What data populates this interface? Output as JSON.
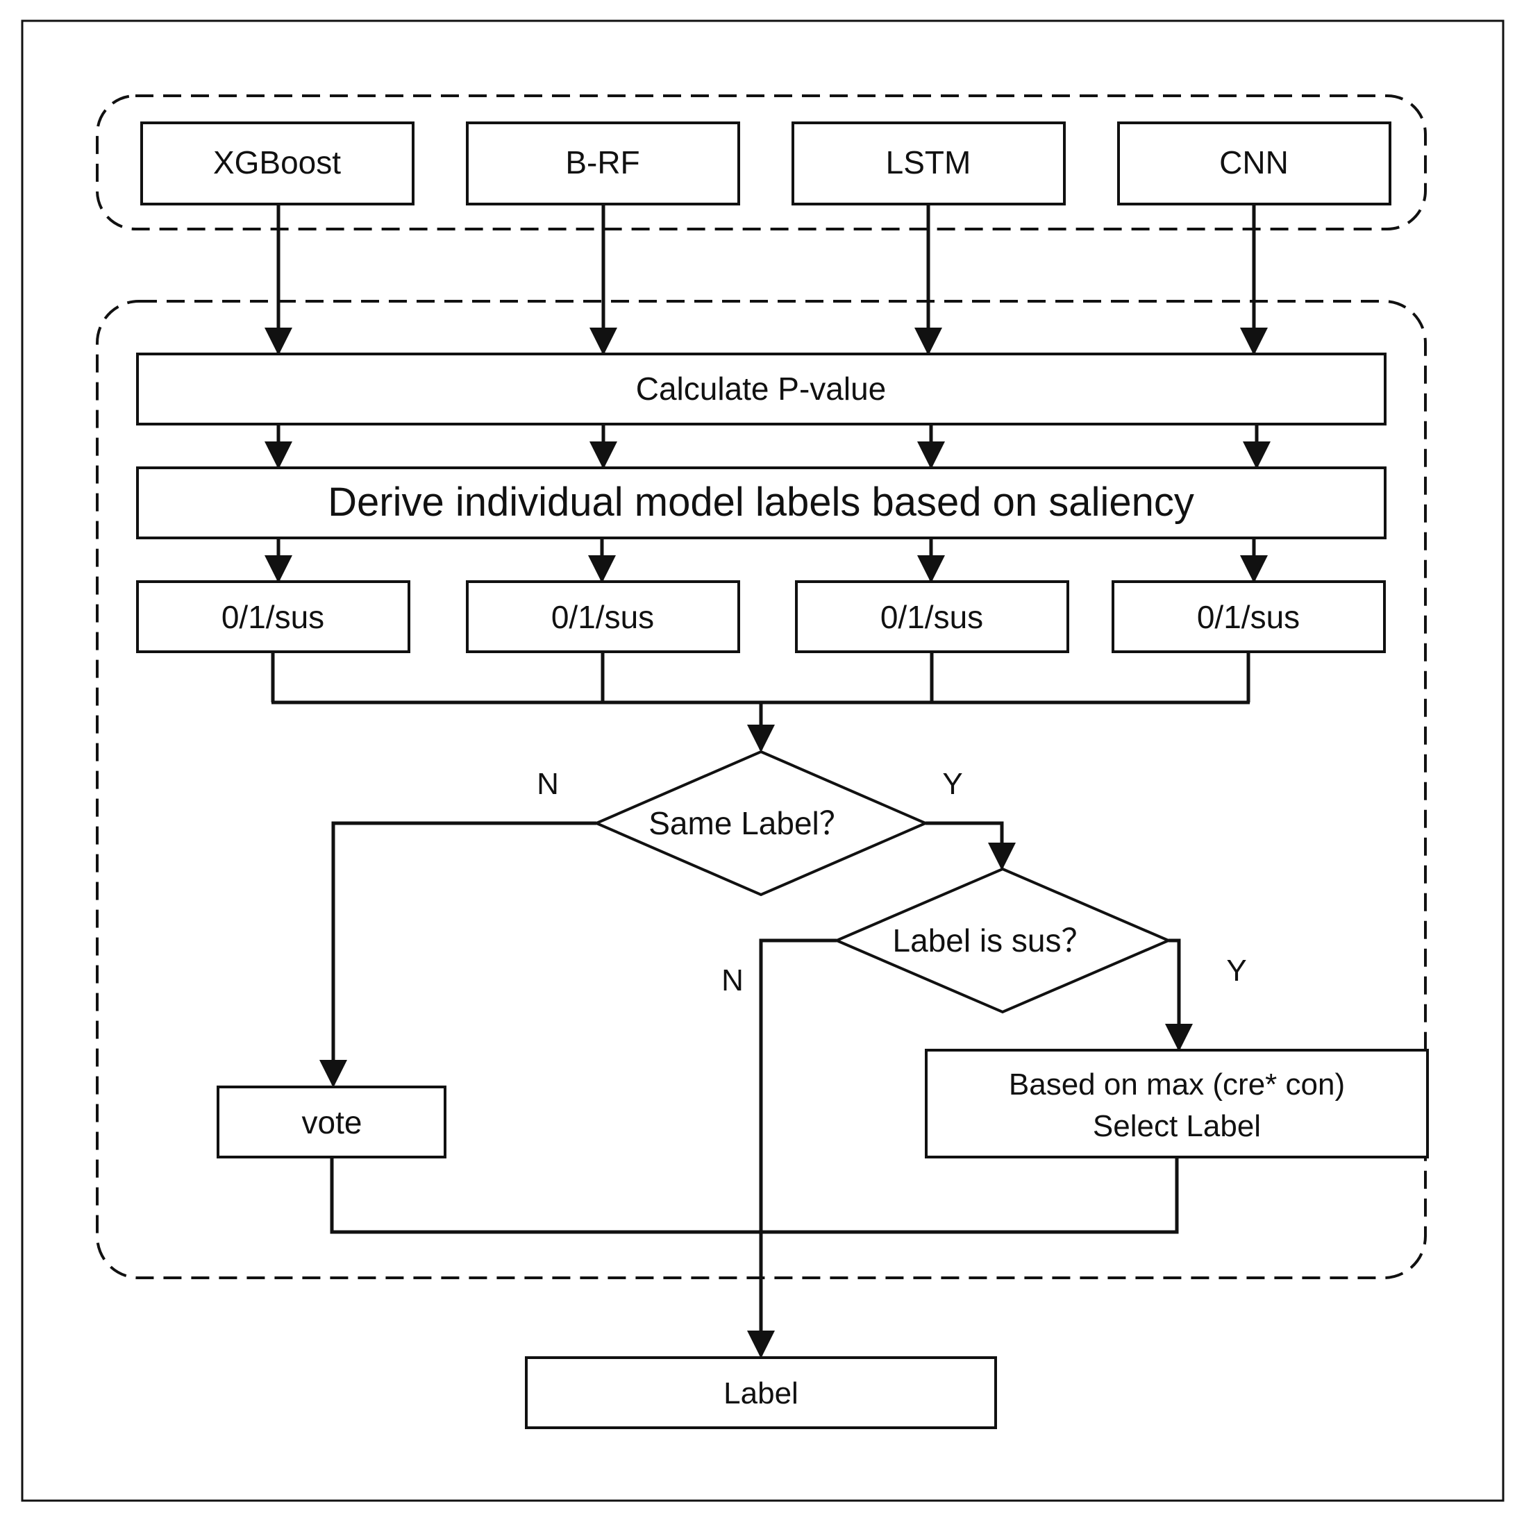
{
  "models": [
    "XGBoost",
    "B-RF",
    "LSTM",
    "CNN"
  ],
  "steps": {
    "calculate": "Calculate P-value",
    "derive": "Derive individual model labels based on saliency"
  },
  "outputs": [
    "0/1/sus",
    "0/1/sus",
    "0/1/sus",
    "0/1/sus"
  ],
  "decisions": {
    "same_label": "Same Label？",
    "label_is_sus": "Label is sus？"
  },
  "branch_labels": {
    "same_no": "N",
    "same_yes": "Y",
    "sus_no": "N",
    "sus_yes": "Y"
  },
  "actions": {
    "vote": "vote",
    "select_line1": "Based on max (cre* con)",
    "select_line2": "Select Label"
  },
  "final": "Label"
}
